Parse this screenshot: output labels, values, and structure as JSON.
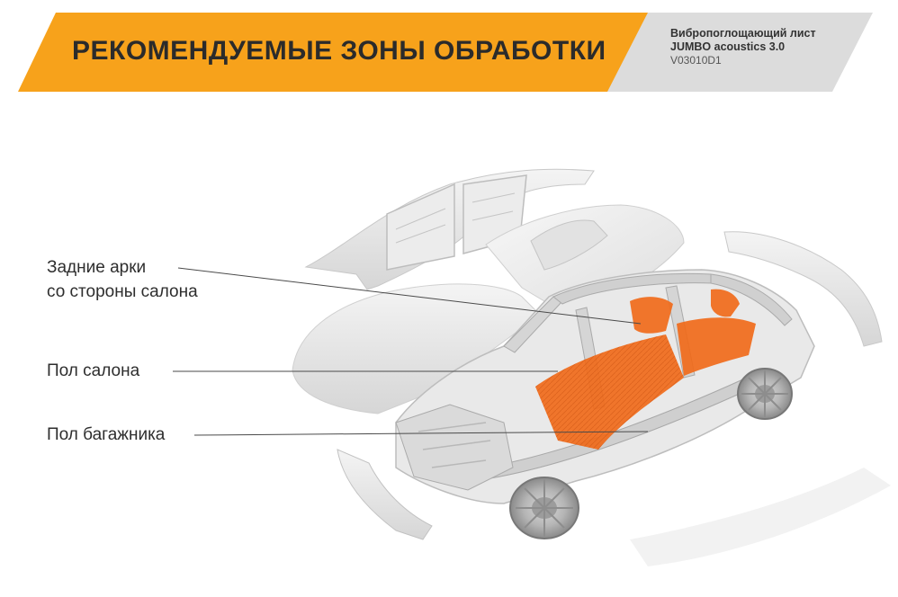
{
  "header": {
    "title": "РЕКОМЕНДУЕМЫЕ ЗОНЫ ОБРАБОТКИ",
    "product_line1": "Вибропоглощающий лист",
    "product_line2": "JUMBO acoustics 3.0",
    "product_code": "V03010D1",
    "accent_color": "#f7a21b",
    "panel_color": "#dcdcdc"
  },
  "callouts": {
    "rear_arches_line1": "Задние арки",
    "rear_arches_line2": "со стороны салона",
    "cabin_floor": "Пол  салона",
    "trunk_floor": "Пол  багажника"
  },
  "illustration": {
    "highlight_color": "#f06a1a",
    "body_color": "#e6e6e6"
  }
}
